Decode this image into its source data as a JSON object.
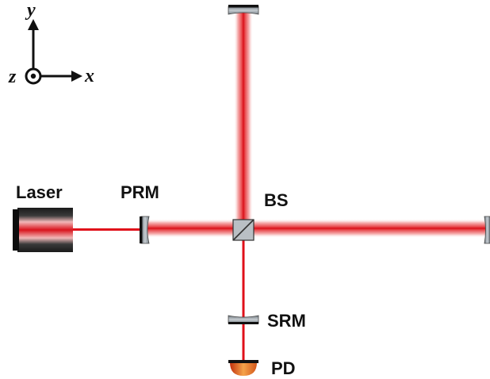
{
  "axes": {
    "x_label": "x",
    "y_label": "y",
    "z_label": "z"
  },
  "components": {
    "laser": "Laser",
    "power_recycling_mirror": "PRM",
    "beam_splitter": "BS",
    "signal_recycling_mirror": "SRM",
    "photodetector": "PD"
  },
  "colors": {
    "beam_core": "#e0101a",
    "beam_glow": "#f7a8a8",
    "mirror": "#8e959c",
    "mirror_edge": "#222222",
    "laser_body": "#2b2b2b",
    "photodiode": "#e77a1a"
  }
}
